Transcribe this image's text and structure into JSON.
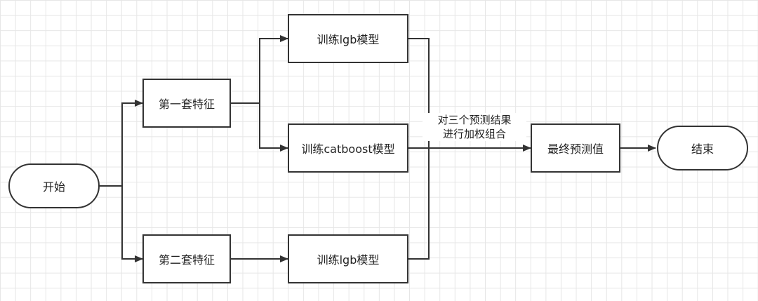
{
  "nodes": {
    "start": "开始",
    "feature_set_1": "第一套特征",
    "feature_set_2": "第二套特征",
    "train_lgb_top": "训练lgb模型",
    "train_catboost": "训练catboost模型",
    "train_lgb_bottom": "训练lgb模型",
    "final_prediction": "最终预测值",
    "end": "结束"
  },
  "edge_label": {
    "line1": "对三个预测结果",
    "line2": "进行加权组合"
  },
  "colors": {
    "line": "#333333",
    "node_border": "#333333",
    "grid": "#e6e6e6"
  }
}
